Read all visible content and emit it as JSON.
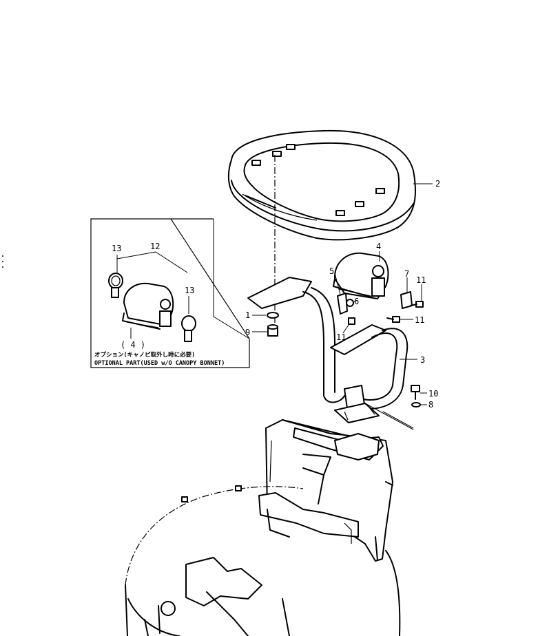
{
  "labels": {
    "p1": "1",
    "p2": "2",
    "p3": "3",
    "p4": "4",
    "p5": "5",
    "p6": "6",
    "p7": "7",
    "p8": "8",
    "p9": "9",
    "p10": "10",
    "p11a": "11",
    "p11b": "11",
    "p11c": "11",
    "p12": "12",
    "p13a": "13",
    "p13b": "13",
    "p4_opt": "( 4 )"
  },
  "option_box": {
    "caption_jp": "オプション(キャノピ取外し時に必要)",
    "caption_en": "OPTIONAL PART(USED w/O CANOPY BONNET)"
  },
  "colors": {
    "line": "#000000",
    "background": "#ffffff"
  }
}
